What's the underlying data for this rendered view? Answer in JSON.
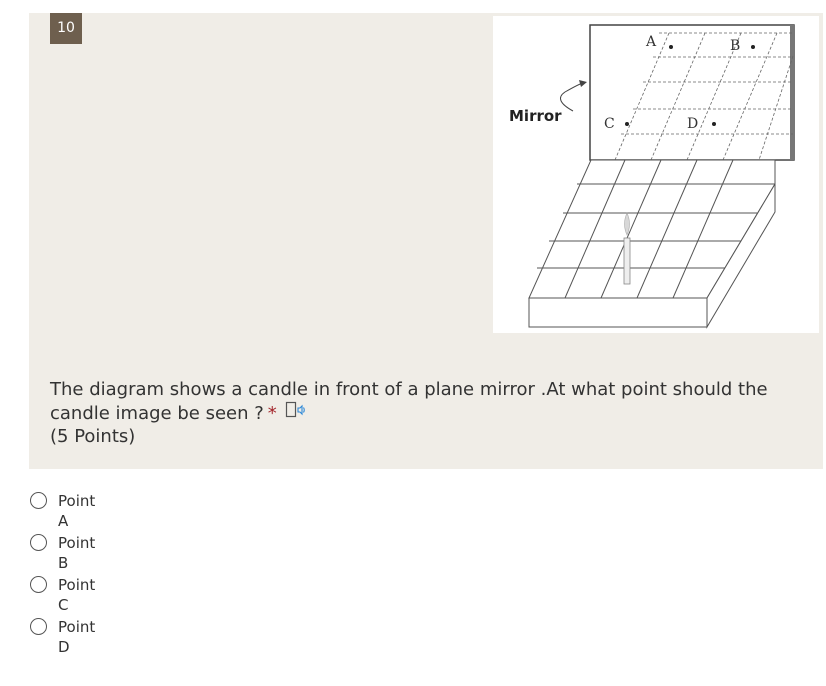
{
  "question": {
    "number": "10",
    "text": "The diagram shows a candle in front of a plane mirror .At what point should the candle image be seen ?",
    "required_mark": "*",
    "points": "(5 Points)",
    "speaker_icon": "immersive-reader-icon",
    "diagram": {
      "mirror_label": "Mirror",
      "point_labels": [
        "A",
        "B",
        "C",
        "D"
      ]
    }
  },
  "options": [
    {
      "label": "Point A",
      "selected": false
    },
    {
      "label": "Point B",
      "selected": false
    },
    {
      "label": "Point C",
      "selected": false
    },
    {
      "label": "Point D",
      "selected": false
    }
  ],
  "colors": {
    "card_background": "#f0ede7",
    "number_badge": "#6e5f4e",
    "required_star": "#a4262c"
  }
}
